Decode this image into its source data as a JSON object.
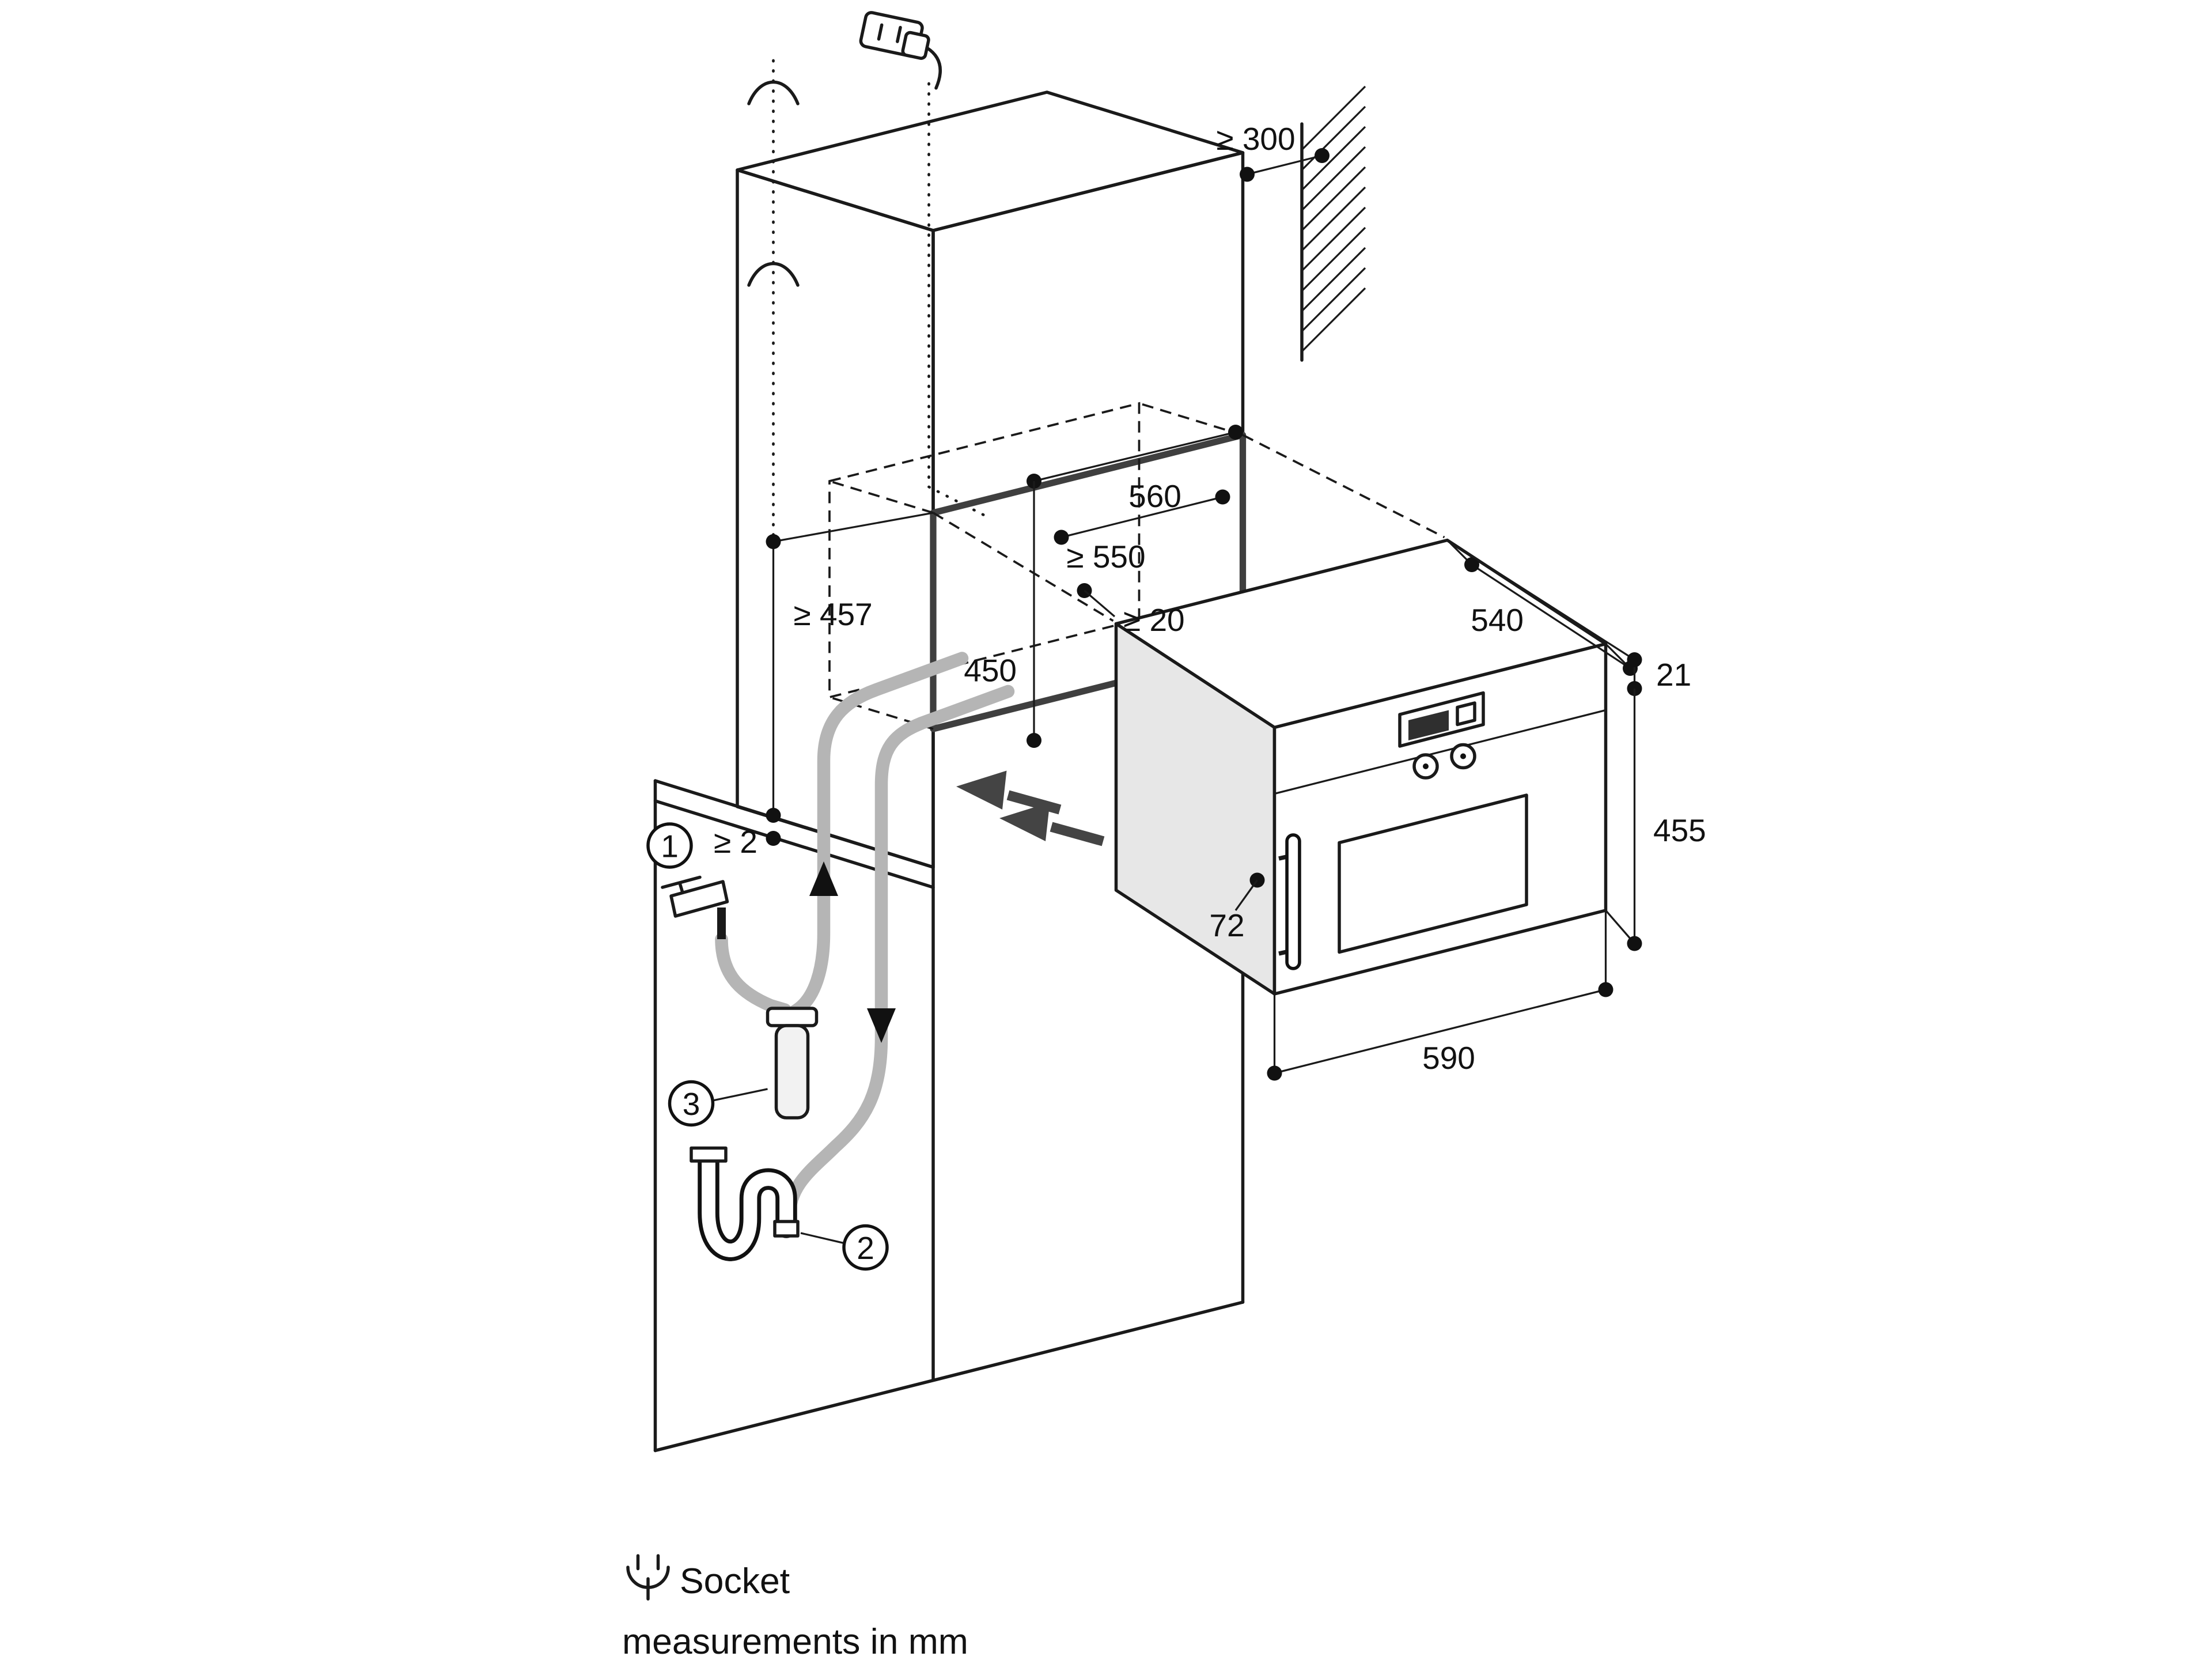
{
  "diagram": {
    "dims": {
      "wall_clearance": "≥ 300",
      "niche_width": "560",
      "niche_depth": "≥ 550",
      "rear_gap": "≥ 20",
      "niche_height": "450",
      "base_height": "≥ 457",
      "counter_gap": "≥ 2",
      "appliance_depth": "540",
      "panel_offset": "21",
      "appliance_height": "455",
      "handle_depth": "72",
      "appliance_width": "590"
    },
    "callouts": {
      "water_tap": "1",
      "drain_siphon": "2",
      "filter": "3"
    },
    "legend": {
      "socket": "Socket"
    },
    "note": "measurements in mm",
    "colors": {
      "line": "#1a1a1a",
      "hose": "#b5b5b5",
      "side_shade": "#e7e7e7",
      "niche_frame": "#3f3f3f"
    }
  }
}
